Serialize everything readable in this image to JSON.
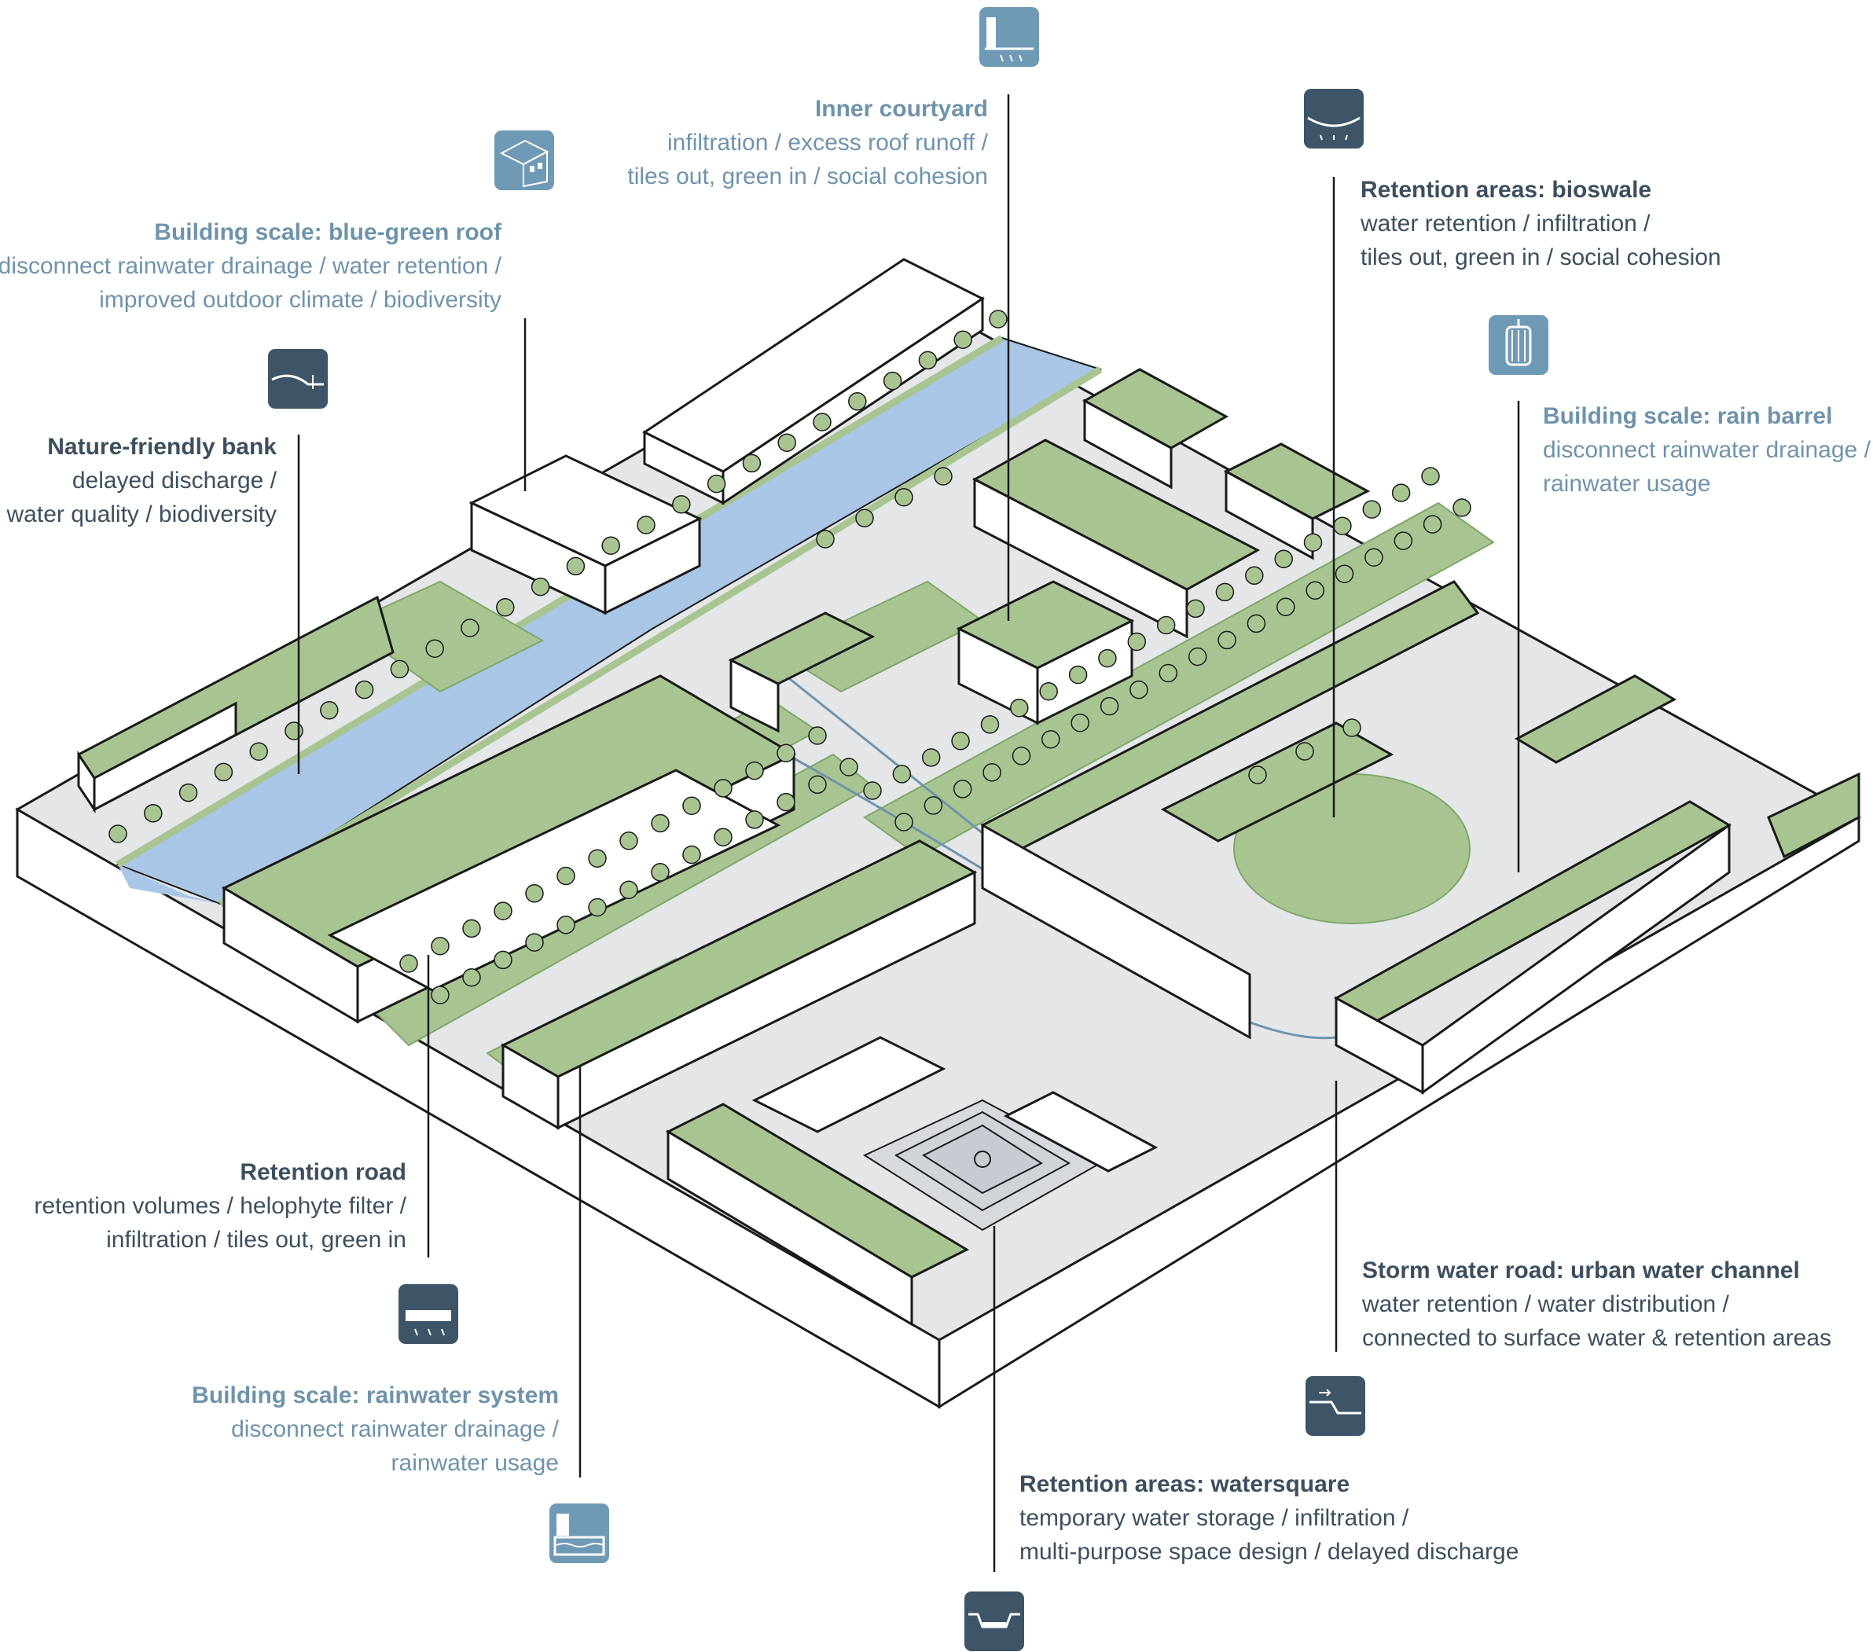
{
  "colors": {
    "water": "#a9c6e6",
    "green": "#a8c591",
    "green_dark": "#7fa66a",
    "road": "#e4e6e8",
    "building": "#ffffff",
    "outline": "#1a1a1a",
    "label_dark": "#3d4f5f",
    "label_light": "#6f93ab",
    "icon_dark": "#3d5566",
    "icon_light": "#6f9ab6"
  },
  "labels": {
    "inner_courtyard": {
      "title": "Inner courtyard",
      "lines": [
        "infiltration / excess roof runoff /",
        "tiles out, green in / social cohesion"
      ],
      "icon": "courtyard-infiltration-icon"
    },
    "bioswale": {
      "title": "Retention areas: bioswale",
      "lines": [
        "water retention / infiltration /",
        "tiles out, green in / social cohesion"
      ],
      "icon": "bioswale-icon"
    },
    "blue_green_roof": {
      "title": "Building scale: blue-green roof",
      "lines": [
        "disconnect rainwater drainage / water retention /",
        "improved outdoor climate / biodiversity"
      ],
      "icon": "green-roof-building-icon"
    },
    "rain_barrel": {
      "title": "Building scale: rain barrel",
      "lines": [
        "disconnect rainwater drainage /",
        "rainwater usage"
      ],
      "icon": "rain-barrel-icon"
    },
    "nature_bank": {
      "title": "Nature-friendly bank",
      "lines": [
        "delayed discharge /",
        "water quality / biodiversity"
      ],
      "icon": "nature-bank-icon"
    },
    "retention_road": {
      "title": "Retention road",
      "lines": [
        "retention volumes / helophyte filter /",
        "infiltration / tiles out, green in"
      ],
      "icon": "retention-road-icon"
    },
    "rainwater_system": {
      "title": "Building scale: rainwater system",
      "lines": [
        "disconnect rainwater drainage /",
        "rainwater usage"
      ],
      "icon": "rainwater-tank-icon"
    },
    "storm_water_road": {
      "title": "Storm water road: urban water channel",
      "lines": [
        "water retention / water distribution /",
        "connected to surface water & retention areas"
      ],
      "icon": "storm-water-channel-icon"
    },
    "watersquare": {
      "title": "Retention areas: watersquare",
      "lines": [
        "temporary water storage / infiltration /",
        "multi-purpose space design / delayed discharge"
      ],
      "icon": "watersquare-icon"
    }
  }
}
